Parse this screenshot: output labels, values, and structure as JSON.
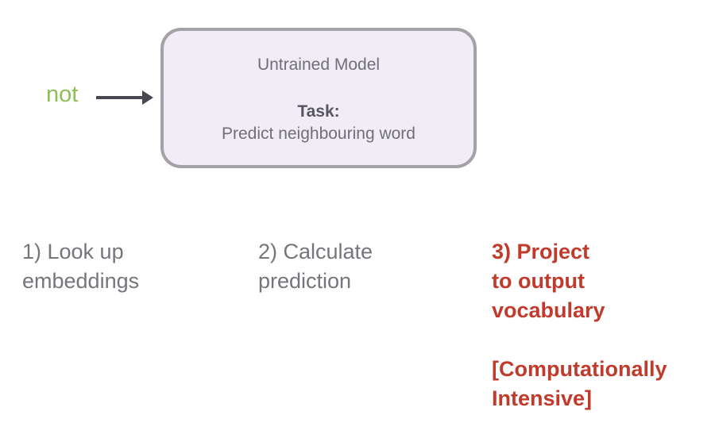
{
  "diagram": {
    "input_word": "not",
    "model_box": {
      "title": "Untrained Model",
      "task_label": "Task:",
      "task_description": "Predict neighbouring word"
    },
    "steps": {
      "step1": "1) Look up\nembeddings",
      "step2": "2) Calculate\nprediction",
      "step3": "3) Project\nto output\nvocabulary",
      "step3_note": "[Computationally\nIntensive]"
    }
  },
  "colors": {
    "input_word_green": "#8dbf55",
    "highlight_red": "#c13b2c",
    "box_fill": "#f1ecf6",
    "box_border": "#a3a3a7",
    "box_text": "#6f6f7a",
    "box_text_bold": "#565662",
    "step_gray": "#75757b",
    "arrow_gray": "#47474f",
    "canvas_bg": "#ffffff"
  }
}
